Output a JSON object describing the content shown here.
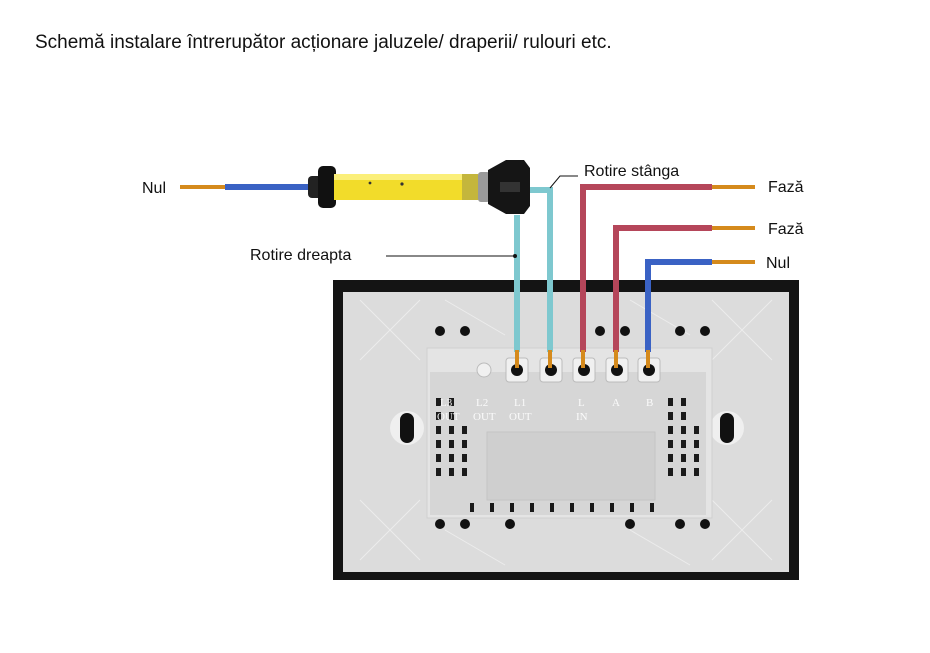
{
  "title": "Schemă instalare întrerupător acționare jaluzele/ draperii/ rulouri etc.",
  "labels": {
    "nul_left": "Nul",
    "rotire_stanga": "Rotire stânga",
    "rotire_dreapta": "Rotire dreapta",
    "faza_1": "Fază",
    "faza_2": "Fază",
    "nul_right": "Nul"
  },
  "terminals": {
    "top": [
      "L3",
      "L2",
      "L1",
      "L",
      "A",
      "B"
    ],
    "bottom": [
      "OUT",
      "OUT",
      "OUT",
      "IN"
    ]
  },
  "colors": {
    "neutral": "#3a62c4",
    "phase": "#b5465a",
    "motor": "#7ec8cf",
    "copper": "#d58a1c",
    "motor_body": "#f2dc2a",
    "panel_frame": "#1a1a1a",
    "panel": "#dedede",
    "module": "#e6e6e6"
  },
  "icons": {
    "motor": "tubular-motor-icon"
  }
}
